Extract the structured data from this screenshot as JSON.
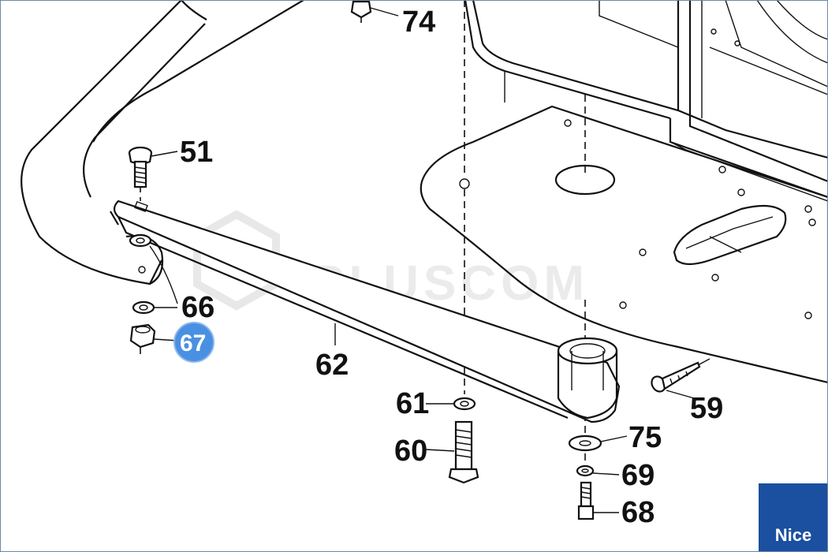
{
  "watermark": "PLUSCOM",
  "brand": "Nice",
  "highlight_color": "#4a90e2",
  "brand_color": "#1b4fa0",
  "parts": {
    "p74": "74",
    "p51": "51",
    "p66": "66",
    "p67": "67",
    "p62": "62",
    "p61": "61",
    "p60": "60",
    "p75": "75",
    "p69": "69",
    "p68": "68",
    "p59": "59"
  },
  "selected_part": "67"
}
